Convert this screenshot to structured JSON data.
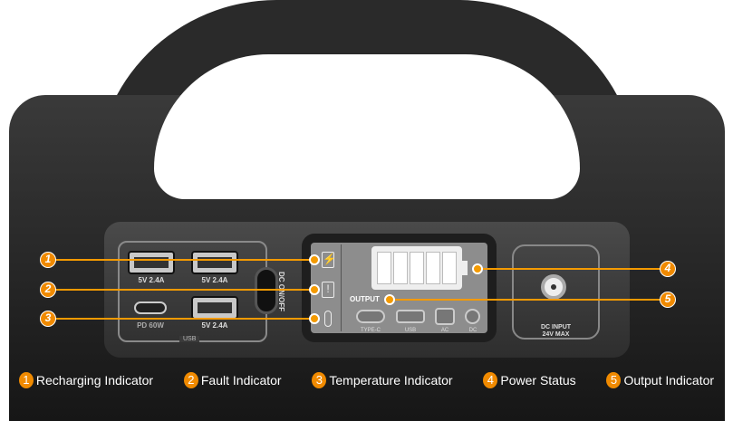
{
  "usb_ports": [
    {
      "label": "5V 2.4A"
    },
    {
      "label": "5V 2.4A"
    },
    {
      "label": "PD 60W"
    },
    {
      "label": "5V 2.4A"
    }
  ],
  "usb_group_label": "USB",
  "dc_button_label": "DC ON/OFF",
  "display": {
    "output_label": "OUTPUT",
    "output_types": [
      "TYPE-C",
      "USB",
      "AC",
      "DC"
    ],
    "battery_level_bars": 5,
    "icons": [
      "lightning-battery-icon",
      "fault-battery-icon",
      "thermometer-icon"
    ]
  },
  "dc_input": {
    "line1": "DC INPUT",
    "line2": "24V MAX"
  },
  "callouts": [
    {
      "n": "1",
      "label": "Recharging Indicator"
    },
    {
      "n": "2",
      "label": "Fault Indicator"
    },
    {
      "n": "3",
      "label": "Temperature Indicator"
    },
    {
      "n": "4",
      "label": "Power Status"
    },
    {
      "n": "5",
      "label": "Output Indicator"
    }
  ],
  "accent": "#f08a00"
}
